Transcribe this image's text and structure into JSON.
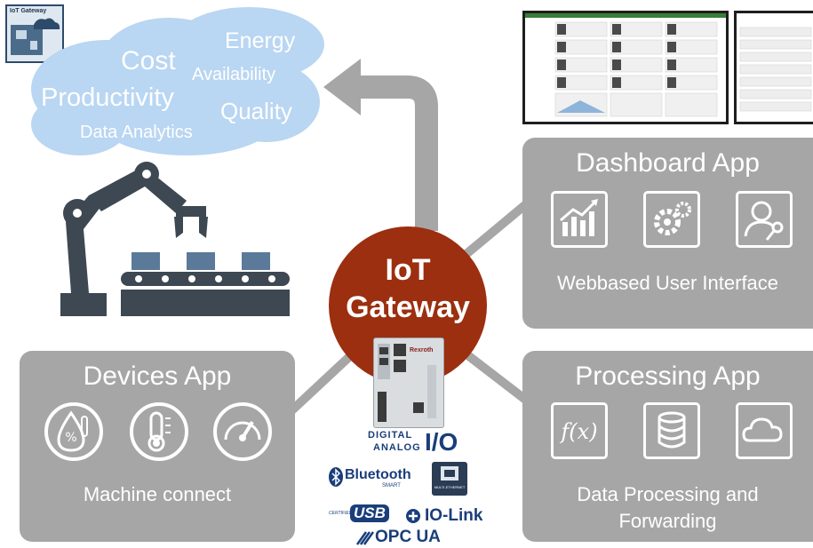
{
  "badge": {
    "label": "IoT Gateway"
  },
  "cloud": {
    "words": [
      "Energy",
      "Cost",
      "Availability",
      "Productivity",
      "Quality",
      "Data Analytics"
    ]
  },
  "gateway": {
    "line1": "IoT",
    "line2": "Gateway"
  },
  "dashboard": {
    "title": "Dashboard App",
    "caption": "Webbased User Interface"
  },
  "processing": {
    "title": "Processing App",
    "caption_line1": "Data Processing and",
    "caption_line2": "Forwarding"
  },
  "devices": {
    "title": "Devices App",
    "caption": "Machine connect"
  },
  "interfaces": {
    "digital": "DIGITAL",
    "analog": "ANALOG",
    "io": "I/O",
    "bluetooth": "Bluetooth",
    "bluetooth_sub": "SMART",
    "multi_ethernet": "MULTI-ETHERNET",
    "usb": "USB",
    "usb_prefix": "CERTIFIED",
    "iolink": "IO-Link",
    "opcua": "OPC UA"
  },
  "device_label": "Rexroth",
  "colors": {
    "panel": "#a6a6a6",
    "gateway": "#9b2f0f",
    "cloud": "#b9d6f2",
    "icon_dark": "#3d4852",
    "belt_box": "#5b7a99"
  }
}
